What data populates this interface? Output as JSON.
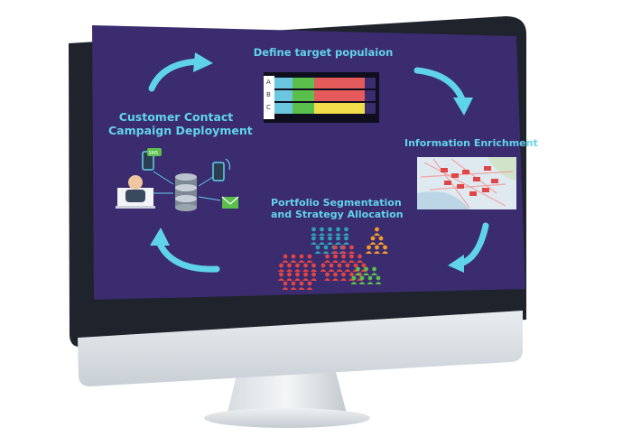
{
  "diagram": {
    "steps": [
      {
        "id": "define",
        "title": "Define target populaion"
      },
      {
        "id": "enrich",
        "title": "Information Enrichment"
      },
      {
        "id": "segment",
        "title_line1": "Portfolio Segmentation",
        "title_line2": "and Strategy Allocation"
      },
      {
        "id": "contact",
        "title_line1": "Customer Contact",
        "title_line2": "Campaign Deployment"
      }
    ],
    "table_rows": [
      "A",
      "B",
      "C"
    ],
    "sms_icon_text": "SMS"
  },
  "colors": {
    "screen_bg": "#3b2b6f",
    "accent": "#5fd3ea",
    "monitor_frame": "#1f232b",
    "monitor_silver": "#dfe4e8",
    "people_red": "#e04646",
    "people_teal": "#2fa0b5",
    "people_orange": "#f29c2b",
    "people_green": "#5bbf4b"
  }
}
